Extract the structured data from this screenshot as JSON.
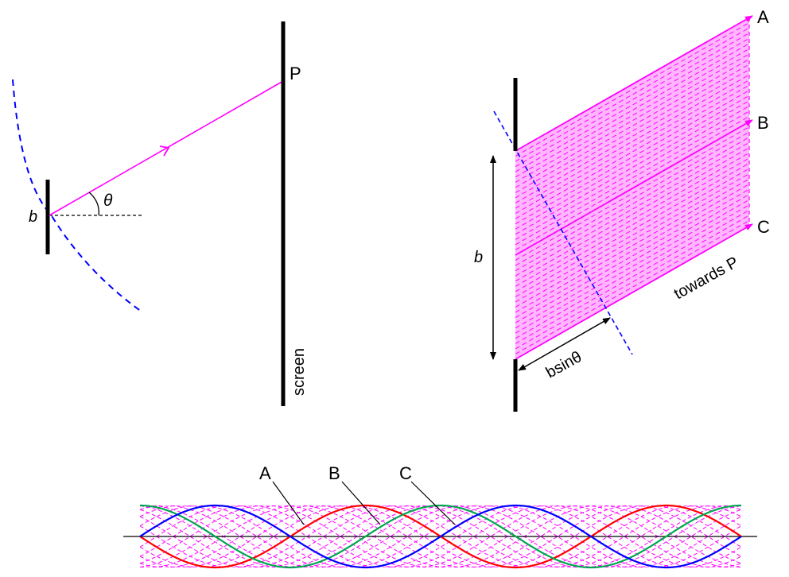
{
  "labels": {
    "slit_b_left": "b",
    "angle": "θ",
    "point_p": "P",
    "screen": "screen",
    "ray_a": "A",
    "ray_b": "B",
    "ray_c": "C",
    "slit_width_b": "b",
    "path_difference": "bsinθ",
    "towards_p": "towards P",
    "wave_a": "A",
    "wave_b": "B",
    "wave_c": "C"
  },
  "colors": {
    "ray": "#ff00ff",
    "wavefront": "#0000ff",
    "fill": "#ffb6ff",
    "wave_a": "#ff0000",
    "wave_b": "#00a651",
    "wave_c": "#0000ff",
    "black": "#000000"
  },
  "icons": {
    "ray_arrow": "arrow-head",
    "double_arrow": "double-headed-arrow"
  }
}
